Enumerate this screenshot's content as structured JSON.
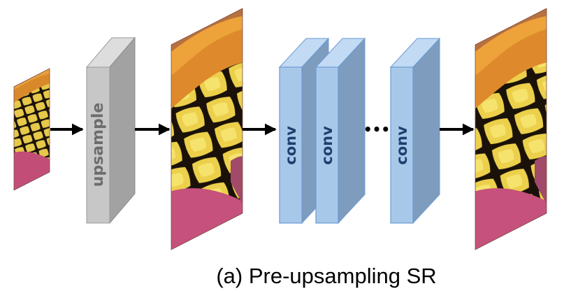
{
  "diagram": {
    "type": "pipeline",
    "nodes": [
      {
        "id": "input",
        "kind": "image",
        "content": "low-resolution butterfly wing patch"
      },
      {
        "id": "upsample",
        "kind": "layer",
        "label": "upsample"
      },
      {
        "id": "upsampled",
        "kind": "image",
        "content": "upsampled butterfly wing patch"
      },
      {
        "id": "conv1",
        "kind": "layer",
        "label": "conv"
      },
      {
        "id": "conv2",
        "kind": "layer",
        "label": "conv"
      },
      {
        "id": "ellipsis",
        "kind": "ellipsis",
        "label": "•••"
      },
      {
        "id": "conv3",
        "kind": "layer",
        "label": "conv"
      },
      {
        "id": "output",
        "kind": "image",
        "content": "super-resolved butterfly wing patch"
      }
    ],
    "edges": [
      [
        "input",
        "upsample"
      ],
      [
        "upsample",
        "upsampled"
      ],
      [
        "upsampled",
        "conv1"
      ],
      [
        "conv3",
        "output"
      ]
    ],
    "caption": "(a) Pre-upsampling SR"
  },
  "colors": {
    "upsample_front": "#c7c7c7",
    "upsample_side": "#a2a2a2",
    "upsample_top": "#dddddd",
    "upsample_label": "#6c6c6c",
    "conv_front": "#a8c8ea",
    "conv_side": "#7e9cbd",
    "conv_top": "#c2daf3",
    "conv_edge": "#6b9bd2",
    "conv_label": "#1f3f6e",
    "arrow": "#000000",
    "caption": "#000000"
  }
}
